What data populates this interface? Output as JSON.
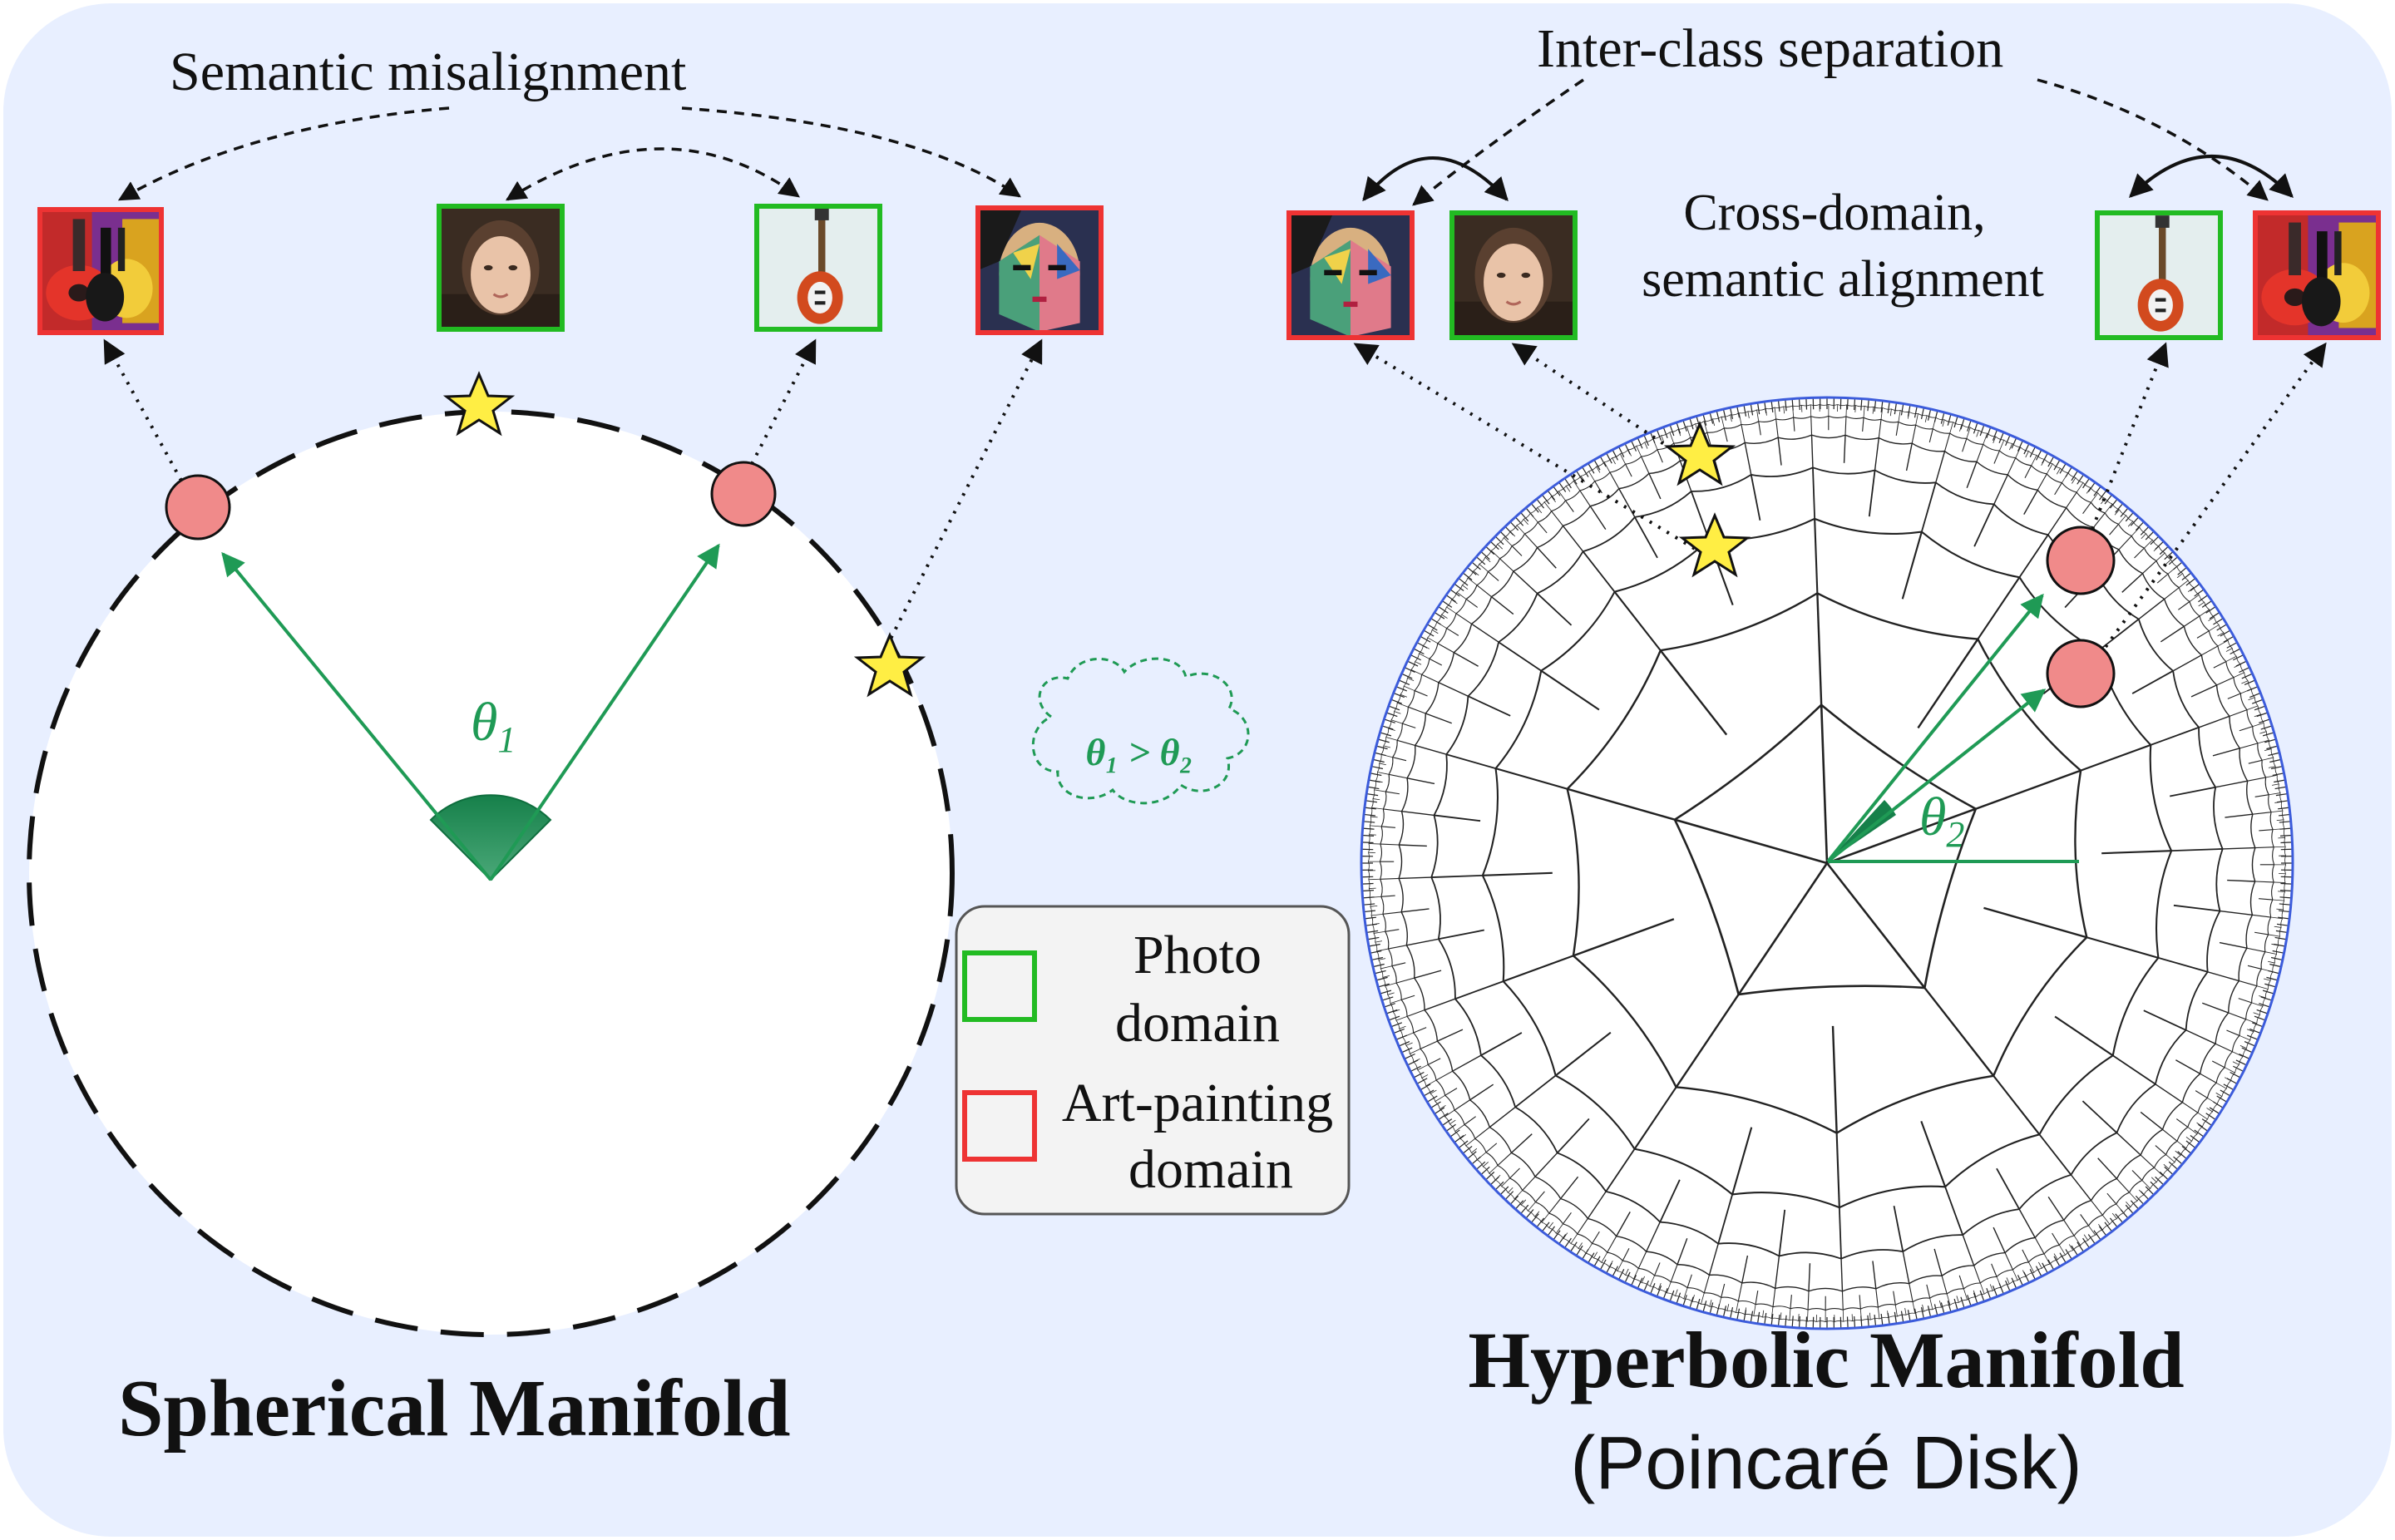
{
  "labels": {
    "semantic_misalignment": "Semantic misalignment",
    "inter_class_separation": "Inter-class separation",
    "cross_domain_line1": "Cross-domain,",
    "cross_domain_line2": "semantic alignment",
    "spherical_title": "Spherical Manifold",
    "hyperbolic_title": "Hyperbolic Manifold",
    "hyperbolic_subtitle": "(Poincaré Disk)",
    "theta1": "θ",
    "theta1_sub": "1",
    "theta2": "θ",
    "theta2_sub": "2",
    "cloud_text": "θ₁ > θ₂"
  },
  "legend": {
    "photo_line1": "Photo",
    "photo_line2": "domain",
    "art_line1": "Art-painting",
    "art_line2": "domain"
  },
  "colors": {
    "panel_bg": "#e8efff",
    "photo_border": "#22bb22",
    "art_border": "#ee3333",
    "arrow_green": "#1f9a55",
    "dot_fill": "#f08a8a",
    "star_fill": "#ffee44",
    "legend_bg": "#f3f3f3",
    "disk_edge": "#3b5bdb"
  },
  "thumbnails": {
    "left": [
      "guitar-painting-icon",
      "face-photo-icon",
      "guitar-photo-icon",
      "face-painting-icon"
    ],
    "right": [
      "face-painting-icon",
      "face-photo-icon",
      "guitar-photo-icon",
      "guitar-painting-icon"
    ]
  }
}
